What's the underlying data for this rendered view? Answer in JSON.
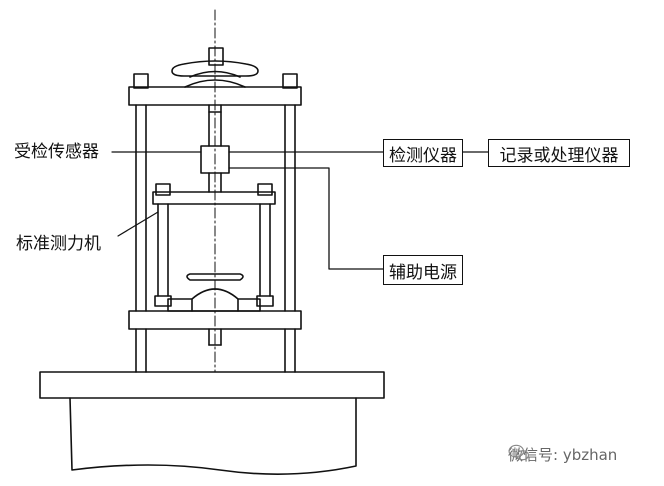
{
  "labels": {
    "tested_sensor": "受检传感器",
    "standard_force_machine": "标准测力机"
  },
  "boxes": {
    "detection_instrument": "检测仪器",
    "recorder_processor": "记录或处理仪器",
    "auxiliary_power": "辅助电源"
  },
  "watermark": {
    "text": "微信号: ybzhan",
    "icon": "wechat-icon"
  },
  "colors": {
    "line": "#111111",
    "background": "#ffffff",
    "watermark": "#666666"
  }
}
